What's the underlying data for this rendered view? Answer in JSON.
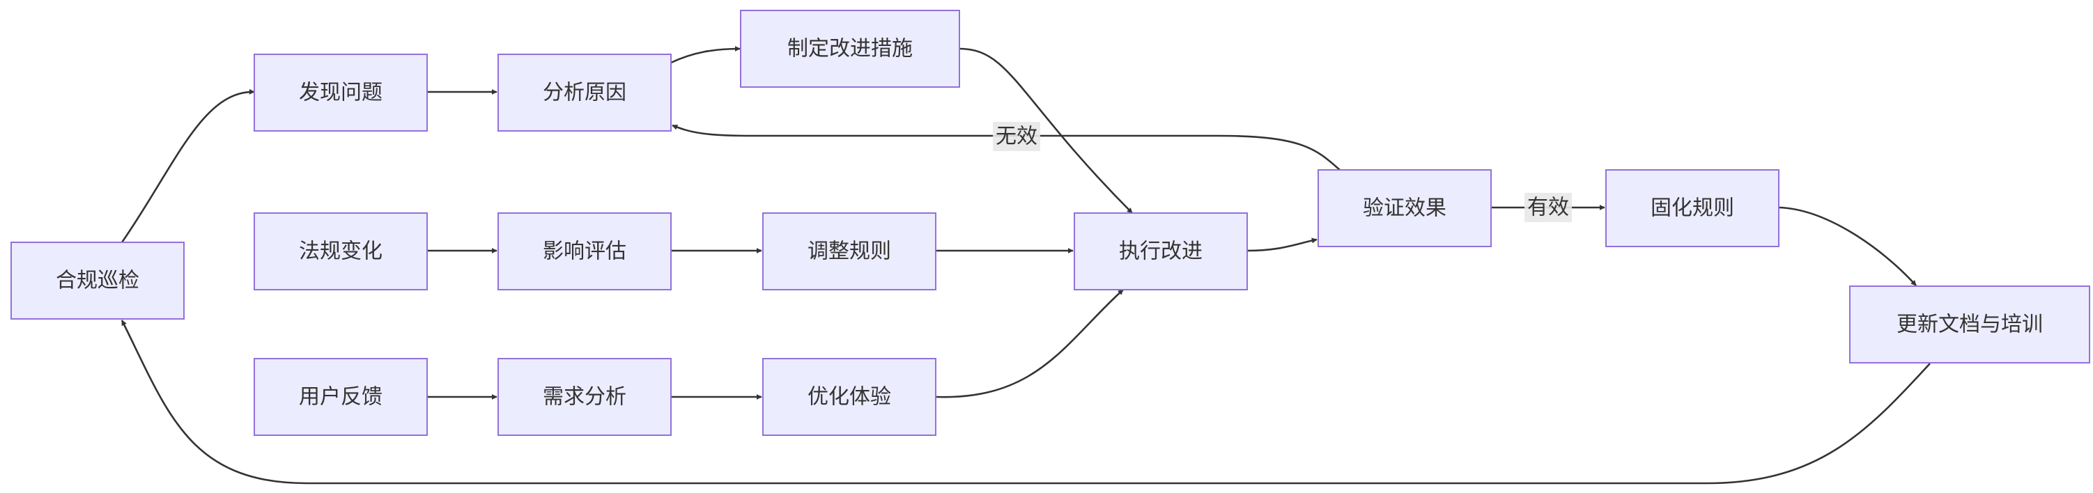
{
  "diagram": {
    "type": "flowchart",
    "nodes": {
      "inspect": "合规巡检",
      "find_issue": "发现问题",
      "analyze_cause": "分析原因",
      "make_plan": "制定改进措施",
      "reg_change": "法规变化",
      "impact_eval": "影响评估",
      "adjust_rules": "调整规则",
      "execute": "执行改进",
      "verify": "验证效果",
      "solidify": "固化规则",
      "update_docs": "更新文档与培训",
      "user_feedback": "用户反馈",
      "req_analysis": "需求分析",
      "optimize_ux": "优化体验"
    },
    "edges": [
      {
        "from": "inspect",
        "to": "find_issue",
        "label": ""
      },
      {
        "from": "find_issue",
        "to": "analyze_cause",
        "label": ""
      },
      {
        "from": "analyze_cause",
        "to": "make_plan",
        "label": ""
      },
      {
        "from": "make_plan",
        "to": "execute",
        "label": ""
      },
      {
        "from": "reg_change",
        "to": "impact_eval",
        "label": ""
      },
      {
        "from": "impact_eval",
        "to": "adjust_rules",
        "label": ""
      },
      {
        "from": "adjust_rules",
        "to": "execute",
        "label": ""
      },
      {
        "from": "user_feedback",
        "to": "req_analysis",
        "label": ""
      },
      {
        "from": "req_analysis",
        "to": "optimize_ux",
        "label": ""
      },
      {
        "from": "optimize_ux",
        "to": "execute",
        "label": ""
      },
      {
        "from": "execute",
        "to": "verify",
        "label": ""
      },
      {
        "from": "verify",
        "to": "analyze_cause",
        "label": "无效"
      },
      {
        "from": "verify",
        "to": "solidify",
        "label": "有效"
      },
      {
        "from": "solidify",
        "to": "update_docs",
        "label": ""
      },
      {
        "from": "update_docs",
        "to": "inspect",
        "label": ""
      }
    ],
    "colors": {
      "node_fill": "#ececff",
      "node_stroke": "#9370db",
      "edge": "#333333",
      "label_bg": "#e8e8e8"
    }
  }
}
